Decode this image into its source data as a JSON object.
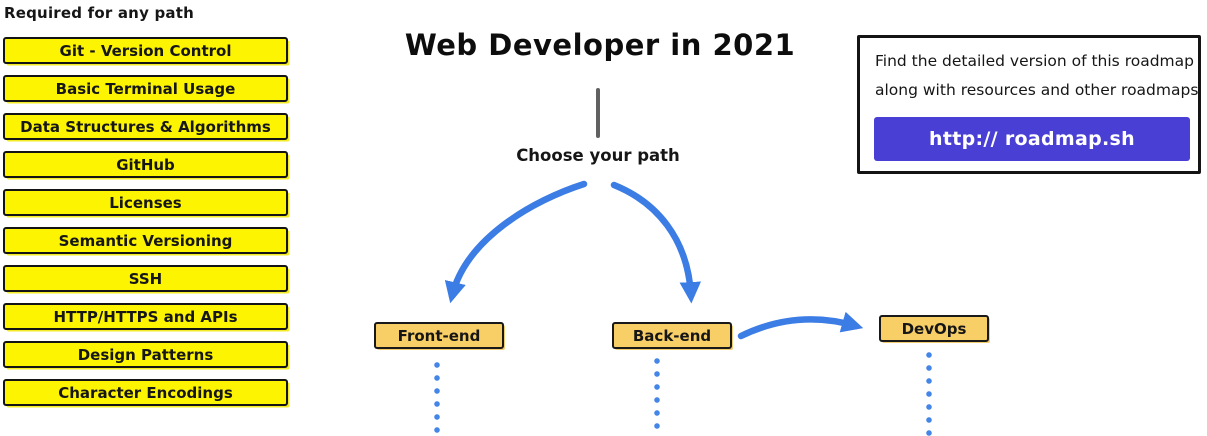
{
  "header": {
    "title": "Web Developer in 2021"
  },
  "required": {
    "title": "Required for any path",
    "items": [
      "Git - Version Control",
      "Basic Terminal Usage",
      "Data Structures & Algorithms",
      "GitHub",
      "Licenses",
      "Semantic Versioning",
      "SSH",
      "HTTP/HTTPS and APIs",
      "Design Patterns",
      "Character Encodings"
    ]
  },
  "choose_path_label": "Choose your path",
  "paths": [
    {
      "label": "Front-end"
    },
    {
      "label": "Back-end"
    },
    {
      "label": "DevOps"
    }
  ],
  "info_box": {
    "line1": "Find the detailed version of this roadmap",
    "line2": "along with resources and other roadmaps",
    "button_label": "http:// roadmap.sh"
  },
  "colors": {
    "arrow_blue": "#3b7ce5",
    "topic_yellow": "#fcf400",
    "path_orange": "#f8ce67",
    "button_indigo": "#4a3fd5"
  }
}
